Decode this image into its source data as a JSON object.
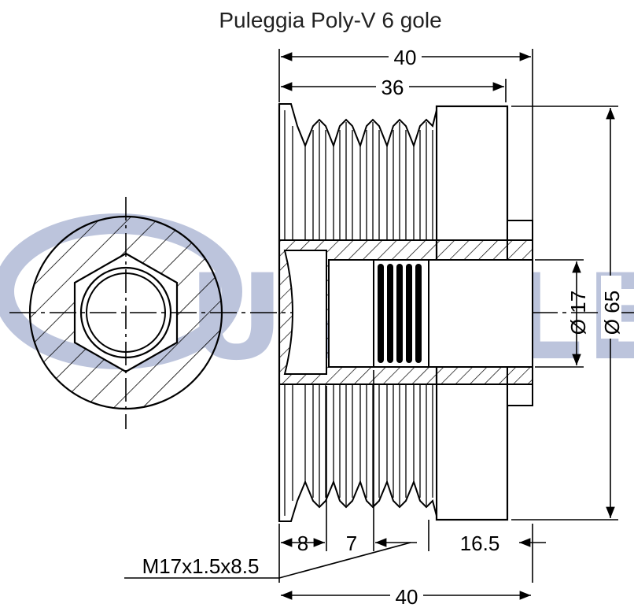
{
  "title": "Puleggia Poly-V 6 gole",
  "watermark": "RUVILLE",
  "dimensions": {
    "overall_width_top": "40",
    "groove_width": "36",
    "bore_diameter": "Ø 17",
    "outer_diameter": "Ø 65",
    "seg_a": "8",
    "seg_b": "7",
    "seg_c": "16.5",
    "thread_spec": "M17x1.5x8.5",
    "overall_width_bottom": "40"
  },
  "colors": {
    "line": "#000000",
    "watermark": "#bcc4dc"
  }
}
